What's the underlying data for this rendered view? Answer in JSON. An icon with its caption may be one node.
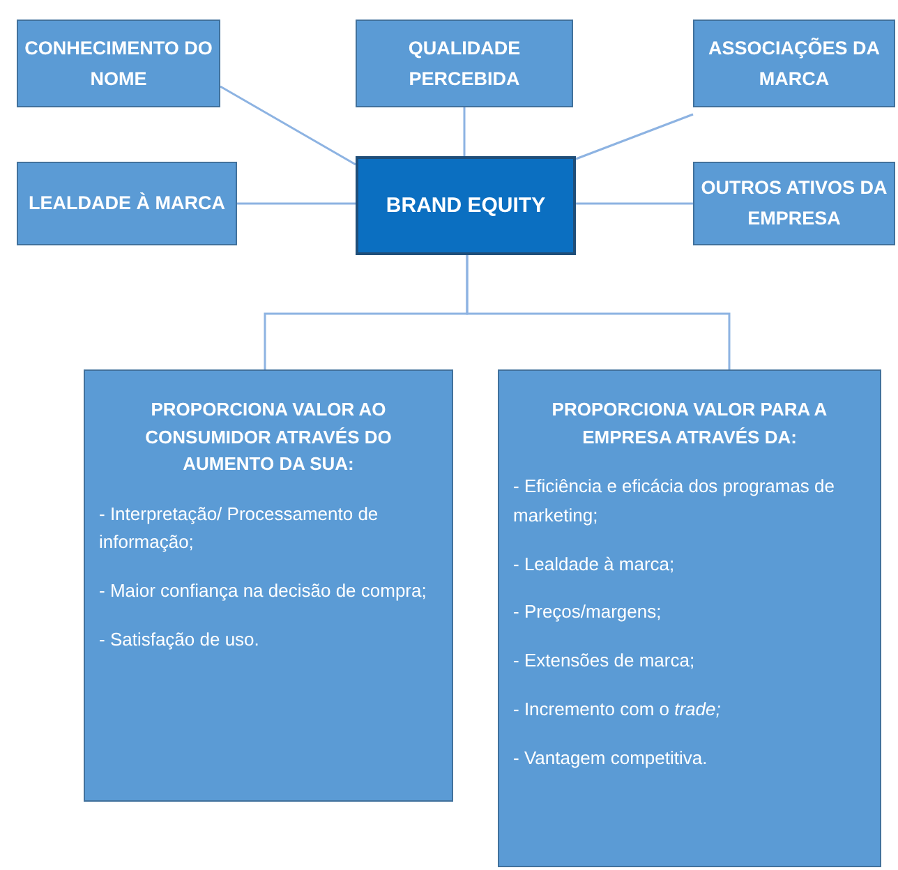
{
  "diagram": {
    "nodes": [
      {
        "text": [
          "CONHECIMENTO DO NOME"
        ]
      },
      {
        "text": [
          "QUALIDADE PERCEBIDA"
        ]
      },
      {
        "text": [
          "ASSOCIAÇÕES DA MARCA"
        ]
      },
      {
        "text": [
          "LEALDADE À MARCA"
        ]
      },
      {
        "text": [
          "BRAND EQUITY"
        ]
      },
      {
        "text": [
          "OUTROS ATIVOS DA EMPRESA"
        ]
      },
      {
        "text": [
          "PROPORCIONA VALOR AO CONSUMIDOR ATRAVÉS DO AUMENTO DA SUA:",
          "- Interpretação/ Processamento de informação;",
          "- Maior confiança na decisão de compra;",
          "- Satisfação de uso."
        ]
      },
      {
        "text": [
          "PROPORCIONA VALOR PARA A EMPRESA ATRAVÉS DA:",
          "- Eficiência e eficácia dos programas de marketing;",
          "- Lealdade à marca;",
          "- Preços/margens;",
          "- Extensões de marca;",
          "- Incremento com o *trade;*",
          "- Vantagem competitiva."
        ]
      }
    ],
    "edges": [
      {
        "from": 0,
        "to": 4,
        "arrow": "none"
      },
      {
        "from": 1,
        "to": 4,
        "arrow": "none"
      },
      {
        "from": 2,
        "to": 4,
        "arrow": "none"
      },
      {
        "from": 3,
        "to": 4,
        "arrow": "none"
      },
      {
        "from": 5,
        "to": 4,
        "arrow": "none"
      },
      {
        "from": 4,
        "to": 6,
        "arrow": "none"
      },
      {
        "from": 4,
        "to": 7,
        "arrow": "none"
      }
    ]
  }
}
